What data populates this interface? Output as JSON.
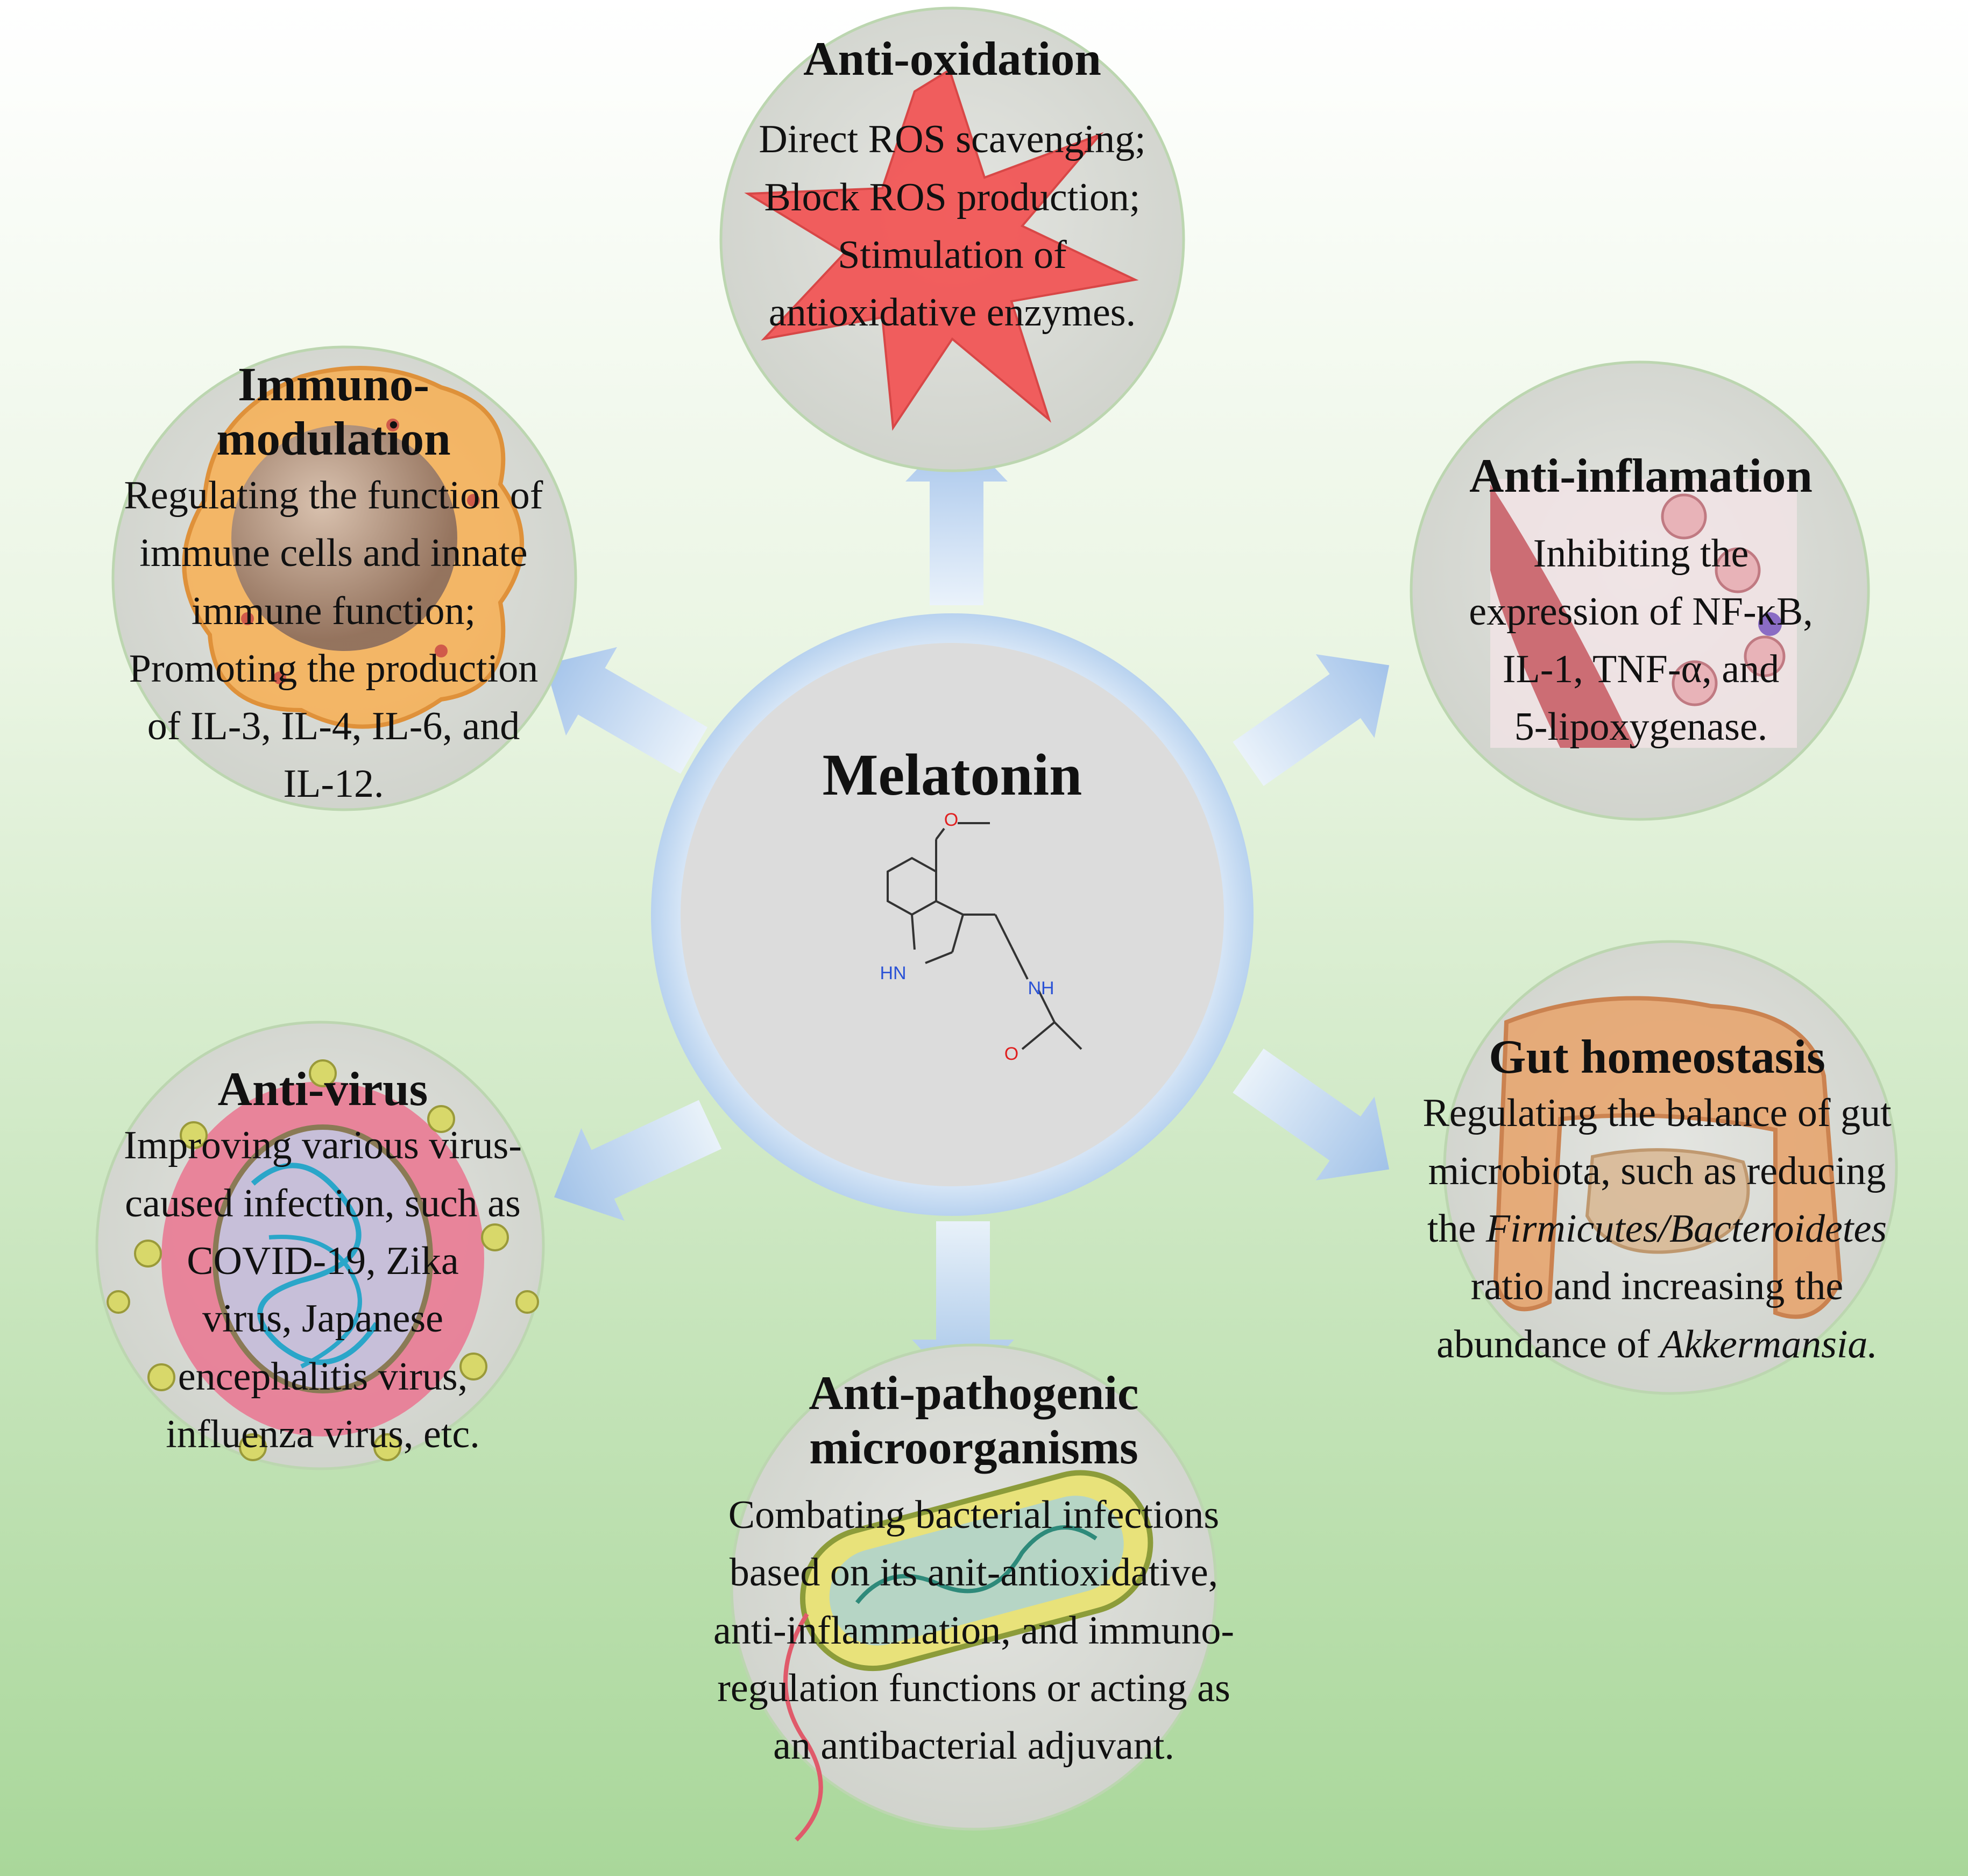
{
  "center": {
    "title": "Melatonin",
    "atom_labels": {
      "oxygen_top": "O",
      "indole_nh": "HN",
      "amide_nh": "NH",
      "carbonyl_o": "O"
    }
  },
  "nodes": {
    "anti_oxidation": {
      "title": "Anti-oxidation",
      "lines": [
        "Direct ROS scavenging;",
        "Block ROS production;",
        "Stimulation of",
        "antioxidative enzymes."
      ]
    },
    "immunomodulation": {
      "title_lines": [
        "Immuno-",
        "modulation"
      ],
      "lines": [
        "Regulating the function of",
        "immune cells and innate",
        "immune function;",
        "Promoting the production",
        "of IL-3, IL-4, IL-6, and",
        "IL-12."
      ]
    },
    "anti_inflammation": {
      "title": "Anti-inflamation",
      "lines": [
        "Inhibiting the",
        "expression of NF-κB,",
        "IL-1, TNF-α, and",
        "5-lipoxygenase."
      ]
    },
    "gut_homeostasis": {
      "title": "Gut homeostasis",
      "line1": "Regulating the balance of gut",
      "line2": "microbiota, such as reducing",
      "line3_prefix": "the ",
      "line3_italic": "Firmicutes/Bacteroidetes",
      "line4": "ratio and increasing the",
      "line5_prefix": "abundance of ",
      "line5_italic": "Akkermansia."
    },
    "anti_virus": {
      "title": "Anti-virus",
      "lines": [
        "Improving various virus-",
        "caused infection, such as",
        "COVID-19, Zika",
        "virus, Japanese",
        "encephalitis virus,",
        "influenza virus, etc."
      ]
    },
    "anti_pathogenic": {
      "title_lines": [
        "Anti-pathogenic",
        "microorganisms"
      ],
      "lines": [
        "Combating bacterial infections",
        "based on its anit-antioxidative,",
        "anti-inflammation, and immuno-",
        "regulation functions or acting as",
        "an antibacterial adjuvant."
      ]
    }
  },
  "colors": {
    "background_top": "#ffffff",
    "background_bottom": "#a9d79a",
    "node_fill": "#d9dbd6",
    "center_ring": "#c6dcf3",
    "arrow": "#a9c7ec",
    "star": "#f25757",
    "bond": "#333333",
    "nitrogen": "#2a52d6",
    "oxygen": "#e02020"
  }
}
